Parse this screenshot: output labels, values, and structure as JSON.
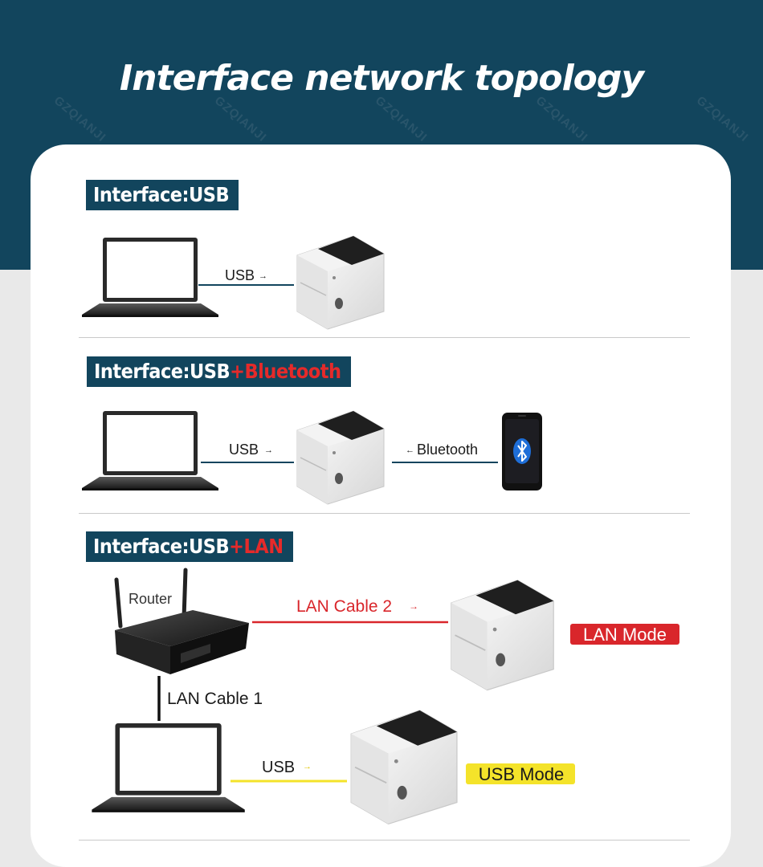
{
  "header": {
    "title": "Interface network topology"
  },
  "watermark": "GZQIANJI",
  "sections": [
    {
      "label_main": "Interface:USB",
      "label_accent": "",
      "links": {
        "usb": "USB"
      }
    },
    {
      "label_main": "Interface:USB",
      "label_accent": "+Bluetooth",
      "links": {
        "usb": "USB",
        "bluetooth": "Bluetooth"
      }
    },
    {
      "label_main": "Interface:USB",
      "label_accent": "+LAN",
      "links": {
        "router": "Router",
        "lan_cable_2": "LAN Cable 2",
        "lan_cable_1": "LAN Cable 1",
        "usb": "USB"
      },
      "modes": {
        "lan": "LAN Mode",
        "usb": "USB Mode"
      }
    }
  ],
  "colors": {
    "brand": "#12455d",
    "accent_red": "#e52a2a",
    "usb_yellow": "#f4e32a",
    "lan_red": "#d9262b"
  },
  "icons": [
    "laptop-icon",
    "printer-icon",
    "smartphone-icon",
    "bluetooth-icon",
    "router-icon",
    "arrow-right-icon",
    "arrow-left-icon"
  ]
}
